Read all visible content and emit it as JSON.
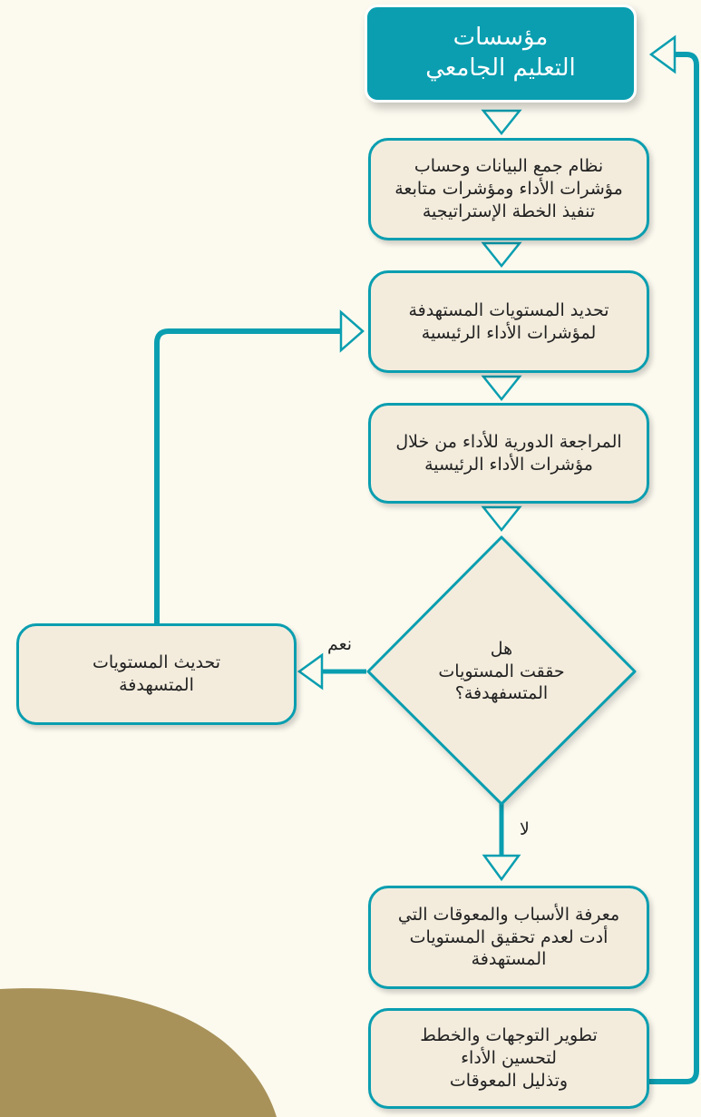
{
  "colors": {
    "accent": "#0a9eb0",
    "box_fill": "#f3ecdd",
    "background": "#fcfaef",
    "decor": "#a8925a"
  },
  "nodes": {
    "top": "مؤسسات\nالتعليم الجامعي",
    "data_system": "نظام جمع البيانات وحساب\nمؤشرات الأداء ومؤشرات متابعة\nتنفيذ الخطة الإستراتيجية",
    "set_targets": "تحديد المستويات المستهدفة\nلمؤشرات الأداء الرئيسية",
    "periodic_review": "المراجعة الدورية للأداء من خلال\nمؤشرات الأداء الرئيسية",
    "decision": "هل\nحققت المستويات\nالمتسفهدفة؟",
    "update_targets": "تحديث المستويات\nالمتسهدفة",
    "find_causes": "معرفة الأسباب والمعوقات التي\nأدت لعدم تحقيق المستويات\nالمستهدفة",
    "develop": "تطوير التوجهات والخطط\nلتحسين الأداء\nوتذليل المعوقات"
  },
  "edge_labels": {
    "yes": "نعم",
    "no": "لا"
  }
}
